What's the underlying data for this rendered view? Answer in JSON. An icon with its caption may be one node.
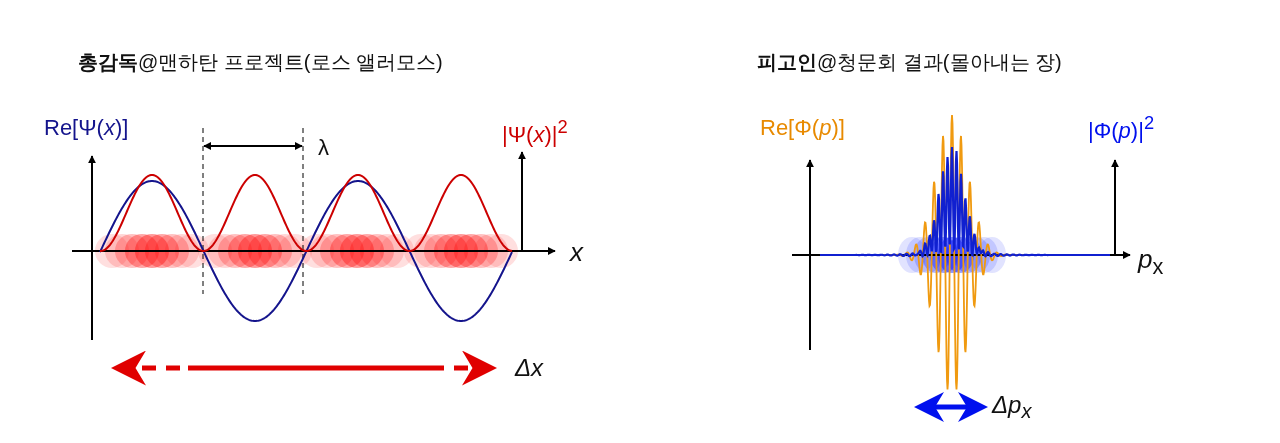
{
  "diagram": {
    "labels": [
      "**총감독**@맨하탄 프로젝트(로스 앨러모스)",
      "**피고인**@청문회 결과(몰아내는 장)",
      "Re[Ψ(*x*)]",
      "|Ψ(*x*)|$^{2}$",
      "λ",
      "*x*",
      "Δx",
      "Re[Φ(*p*)]",
      "|Φ(*p*)|$^{2}$",
      "*p*$_{x}$",
      "Δp$_{x}$"
    ]
  }
}
